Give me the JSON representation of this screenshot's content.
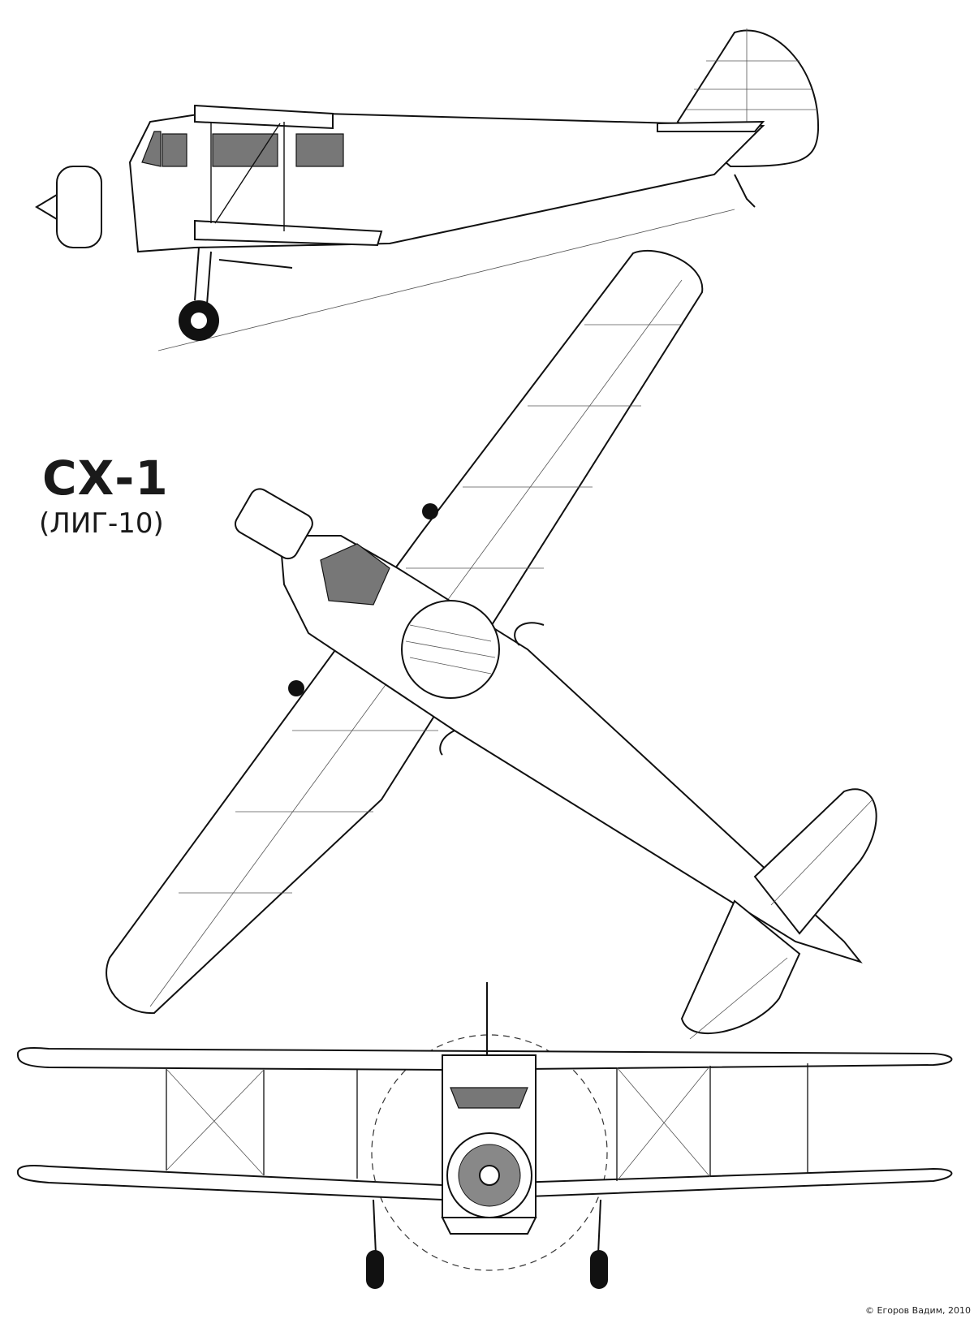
{
  "drawing": {
    "title": "СХ-1",
    "subtitle": "(ЛИГ-10)",
    "copyright": "© Егоров Вадим, 2010",
    "views": [
      "side-view",
      "top-view",
      "front-view"
    ],
    "colors": {
      "line": "#111111",
      "glazing": "#777777",
      "background": "#ffffff"
    }
  }
}
